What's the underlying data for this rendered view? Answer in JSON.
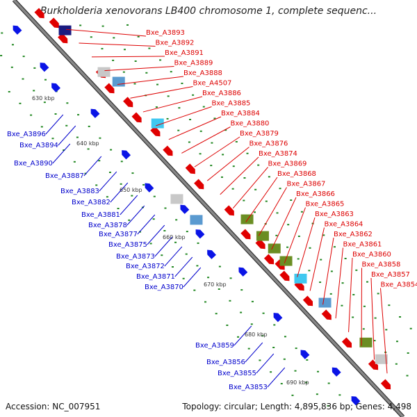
{
  "title": "Burkholderia xenovorans LB400 chromosome 1, complete sequenc...",
  "footer": {
    "accession": "Accession: NC_007951",
    "topology": "Topology: circular; Length: 4,895,836 bp; Genes: 4,498"
  },
  "colors": {
    "forward_label": "#dd0000",
    "reverse_label": "#0000cc",
    "backbone": "#888888",
    "tick": "#228822"
  },
  "kbp_ticks": [
    "630 kbp",
    "640 kbp",
    "650 kbp",
    "660 kbp",
    "670 kbp",
    "680 kbp",
    "690 kbp"
  ],
  "forward_genes": [
    "Bxe_A3893",
    "Bxe_A3892",
    "Bxe_A3891",
    "Bxe_A3889",
    "Bxe_A3888",
    "Bxe_A4507",
    "Bxe_A3886",
    "Bxe_A3885",
    "Bxe_A3884",
    "Bxe_A3880",
    "Bxe_A3879",
    "Bxe_A3876",
    "Bxe_A3874",
    "Bxe_A3869",
    "Bxe_A3868",
    "Bxe_A3867",
    "Bxe_A3866",
    "Bxe_A3865",
    "Bxe_A3863",
    "Bxe_A3864",
    "Bxe_A3862",
    "Bxe_A3861",
    "Bxe_A3860",
    "Bxe_A3858",
    "Bxe_A3857",
    "Bxe_A3854"
  ],
  "reverse_genes": [
    "Bxe_A3896",
    "Bxe_A3894",
    "Bxe_A3890",
    "Bxe_A3887",
    "Bxe_A3883",
    "Bxe_A3882",
    "Bxe_A3881",
    "Bxe_A3878",
    "Bxe_A3877",
    "Bxe_A3875",
    "Bxe_A3873",
    "Bxe_A3872",
    "Bxe_A3871",
    "Bxe_A3870",
    "Bxe_A3859",
    "Bxe_A3856",
    "Bxe_A3855",
    "Bxe_A3853"
  ]
}
